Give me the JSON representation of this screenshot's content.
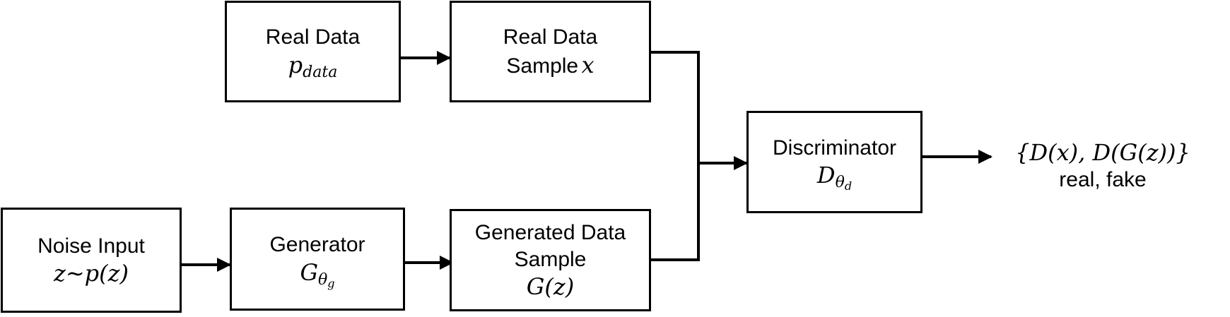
{
  "nodes": {
    "real_data": {
      "title": "Real Data",
      "math_var": "p",
      "math_sub": "data"
    },
    "real_sample": {
      "line1": "Real Data",
      "line2_text": "Sample",
      "line2_var": "x"
    },
    "noise": {
      "title": "Noise Input",
      "math": "z∼p(z)"
    },
    "generator": {
      "title": "Generator",
      "math_var": "G",
      "math_sub": "θ",
      "math_subsub": "g"
    },
    "generated_sample": {
      "line1": "Generated Data",
      "line2": "Sample",
      "math": "G(z)"
    },
    "discriminator": {
      "title": "Discriminator",
      "math_var": "D",
      "math_sub": "θ",
      "math_subsub": "d"
    }
  },
  "output": {
    "math": "{D(x), D(G(z))}",
    "caption": "real, fake"
  }
}
